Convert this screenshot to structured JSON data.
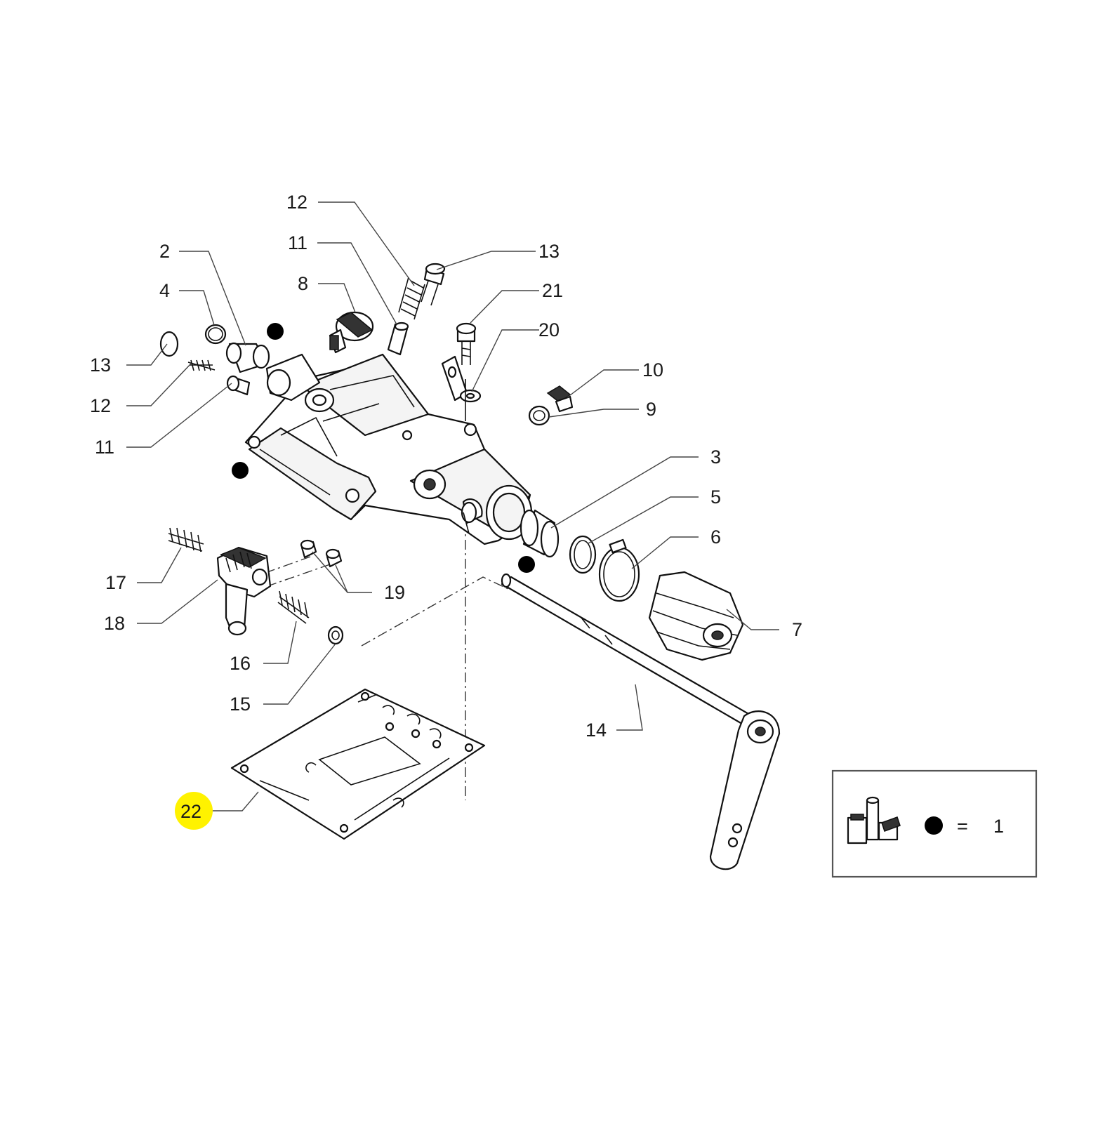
{
  "callouts": [
    {
      "id": "c12t",
      "text": "12"
    },
    {
      "id": "c11t",
      "text": "11"
    },
    {
      "id": "c13t",
      "text": "13"
    },
    {
      "id": "c2",
      "text": "2"
    },
    {
      "id": "c8",
      "text": "8"
    },
    {
      "id": "c4",
      "text": "4"
    },
    {
      "id": "c21",
      "text": "21"
    },
    {
      "id": "c20",
      "text": "20"
    },
    {
      "id": "c13l",
      "text": "13"
    },
    {
      "id": "c12l",
      "text": "12"
    },
    {
      "id": "c11l",
      "text": "11"
    },
    {
      "id": "c10",
      "text": "10"
    },
    {
      "id": "c9",
      "text": "9"
    },
    {
      "id": "c3",
      "text": "3"
    },
    {
      "id": "c5",
      "text": "5"
    },
    {
      "id": "c6",
      "text": "6"
    },
    {
      "id": "c7",
      "text": "7"
    },
    {
      "id": "c17",
      "text": "17"
    },
    {
      "id": "c19",
      "text": "19"
    },
    {
      "id": "c18",
      "text": "18"
    },
    {
      "id": "c16",
      "text": "16"
    },
    {
      "id": "c15",
      "text": "15"
    },
    {
      "id": "c14",
      "text": "14"
    },
    {
      "id": "c22",
      "text": "22",
      "highlighted": true
    }
  ],
  "legend": {
    "equals": "=",
    "quantity": "1"
  },
  "colors": {
    "highlight": "#fff200",
    "line": "#111111",
    "background": "#ffffff"
  }
}
